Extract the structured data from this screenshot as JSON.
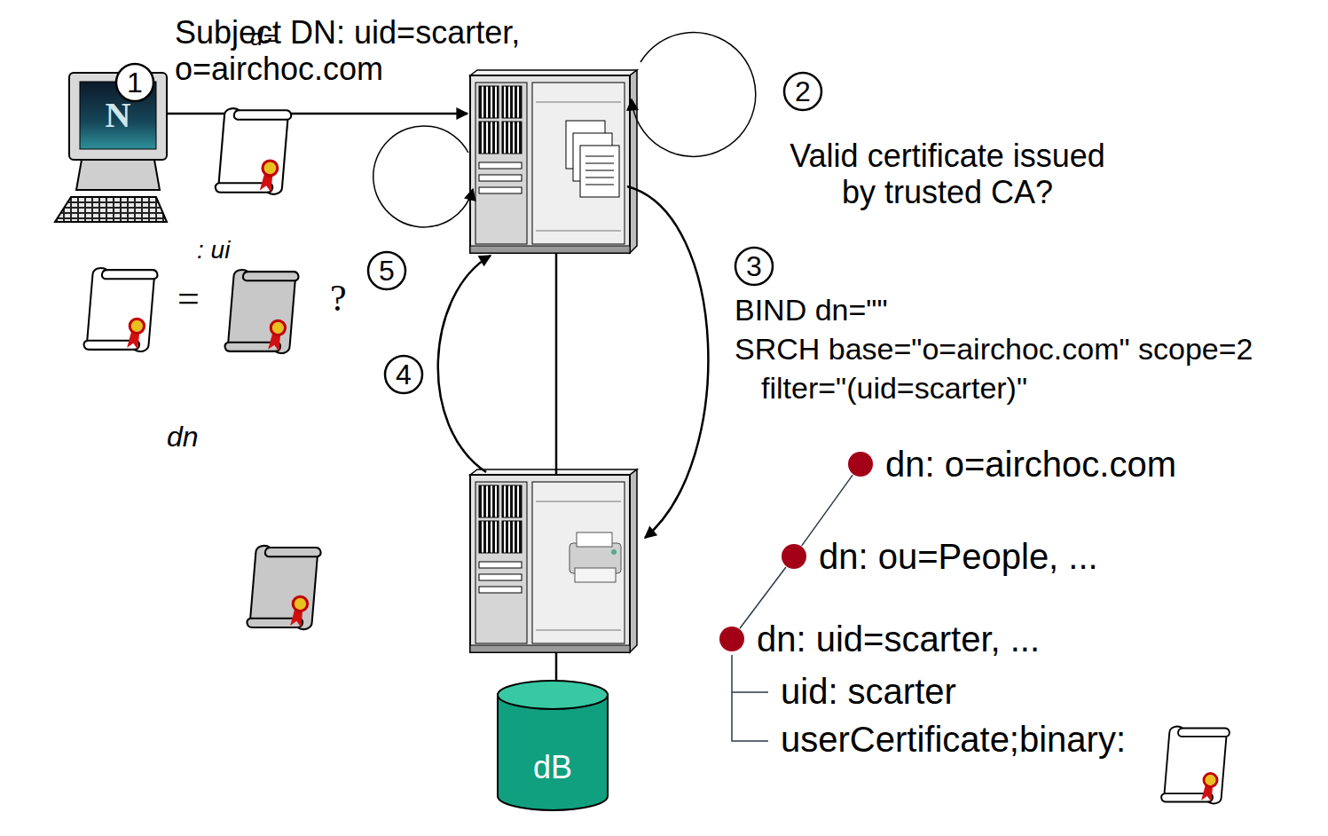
{
  "diagram": {
    "nodes": [
      {
        "text": [
          "dB"
        ]
      },
      {
        "text": [
          "dn: o=airchoc.com"
        ]
      },
      {
        "text": [
          "dn: ou=People, ..."
        ]
      },
      {
        "text": [
          "dn: uid=scarter, ..."
        ]
      }
    ],
    "edges": [
      {
        "from": 1,
        "to": 2,
        "arrow": "none"
      },
      {
        "from": 2,
        "to": 3,
        "arrow": "none"
      }
    ],
    "labels": [
      "1",
      "N",
      "Subject DN: uid=scarter, o=airchoc.com",
      "d=",
      "2",
      "Valid certificate issued by trusted CA?",
      "3",
      "BIND dn=\"\"",
      "SRCH base=\"o=airchoc.com\" scope=2",
      "filter=\"(uid=scarter)\"",
      "5",
      ": ui",
      "=",
      "?",
      "4",
      "dn",
      "uid: scarter",
      "userCertificate;binary:"
    ]
  }
}
